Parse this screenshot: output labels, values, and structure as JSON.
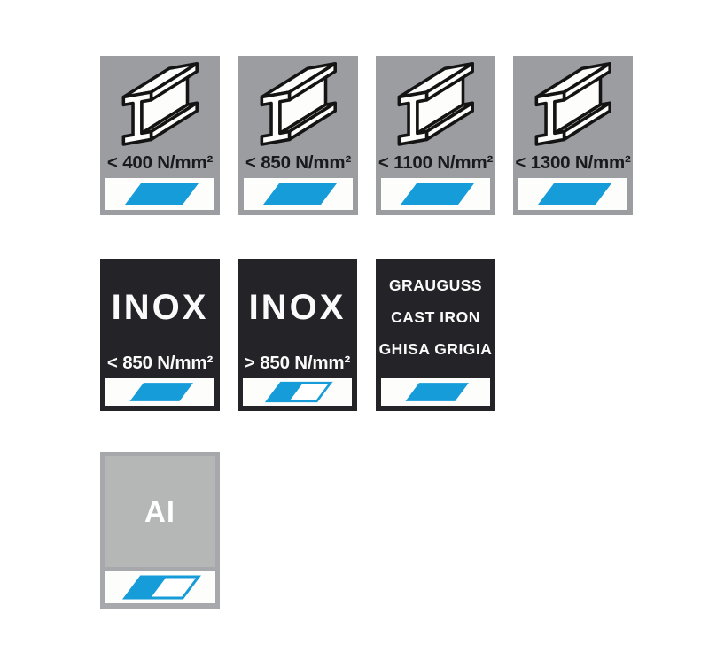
{
  "colors": {
    "tile_gray": "#9c9da1",
    "tile_black": "#242428",
    "accent_blue": "#159cd9",
    "strip_white": "#fdfdfb",
    "al_frame": "#a7a8ab",
    "al_fill": "#b4b7b6",
    "label_dark": "#1a1a1d",
    "label_light": "#fafafa",
    "icon_stroke": "#141414"
  },
  "tiles": {
    "steel": [
      {
        "strength": "< 400 N/mm²",
        "cut": "full"
      },
      {
        "strength": "< 850 N/mm²",
        "cut": "full"
      },
      {
        "strength": "< 1100 N/mm²",
        "cut": "full"
      },
      {
        "strength": "< 1300 N/mm²",
        "cut": "full"
      }
    ],
    "inox": [
      {
        "title": "INOX",
        "strength": "< 850 N/mm²",
        "cut": "full"
      },
      {
        "title": "INOX",
        "strength": "> 850 N/mm²",
        "cut": "partial"
      }
    ],
    "cast_iron": {
      "lines": [
        "GRAUGUSS",
        "CAST IRON",
        "GHISA GRIGIA"
      ],
      "cut": "full"
    },
    "aluminium": {
      "symbol": "Al",
      "cut": "partial"
    }
  },
  "icons": {
    "steel_beam": "steel-i-beam-icon",
    "cut_full": "full-cut-parallelogram-icon",
    "cut_partial": "partial-cut-parallelogram-icon"
  }
}
